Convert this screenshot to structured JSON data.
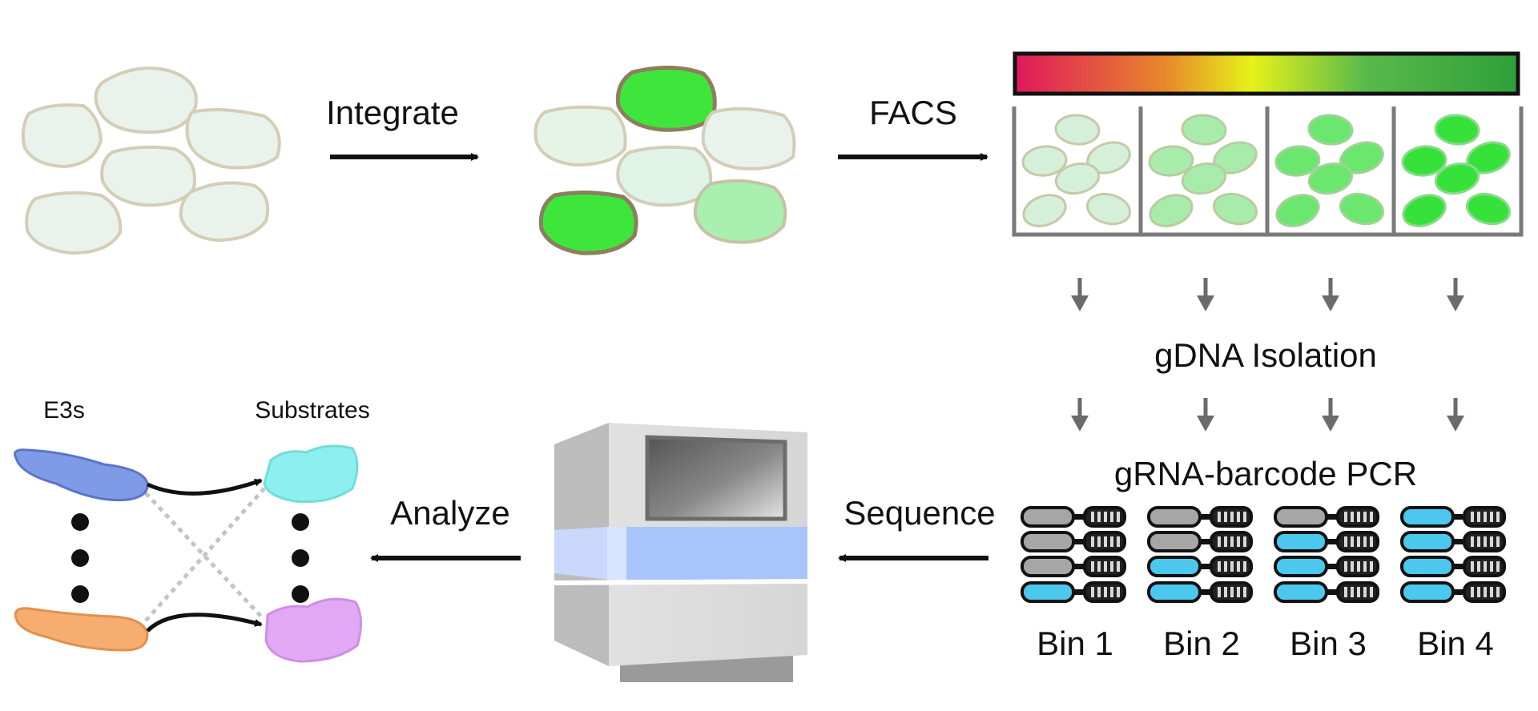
{
  "labels": {
    "integrate": "Integrate",
    "facs": "FACS",
    "gdna": "gDNA Isolation",
    "pcr": "gRNA-barcode PCR",
    "sequence": "Sequence",
    "analyze": "Analyze",
    "e3s": "E3s",
    "substrates": "Substrates"
  },
  "bins": [
    "Bin 1",
    "Bin 2",
    "Bin 3",
    "Bin 4"
  ],
  "bin_cell_fill_levels": [
    0.1,
    0.35,
    0.7,
    1.0
  ],
  "barcode_rows": [
    [
      "gray",
      "gray",
      "gray",
      "blue"
    ],
    [
      "gray",
      "gray",
      "blue",
      "blue"
    ],
    [
      "gray",
      "blue",
      "blue",
      "blue"
    ],
    [
      "blue",
      "blue",
      "blue",
      "blue"
    ]
  ],
  "colors": {
    "gradient": [
      "#e0185c",
      "#e8882a",
      "#e6f21a",
      "#58b94a",
      "#2fa03a"
    ],
    "cell_pale": "#e6f2ea",
    "cell_bright": "#36e23a",
    "cell_outline": "#cfc6ad",
    "barcode_gray": "#a6a6a6",
    "barcode_blue": "#4cc8ef",
    "e3_blue": "#7f9ae6",
    "e3_orange": "#f7ad6f",
    "substrate_cyan": "#8ef0ee",
    "substrate_violet": "#e2a8f5",
    "sequencer_band": "#a9c4fb"
  }
}
